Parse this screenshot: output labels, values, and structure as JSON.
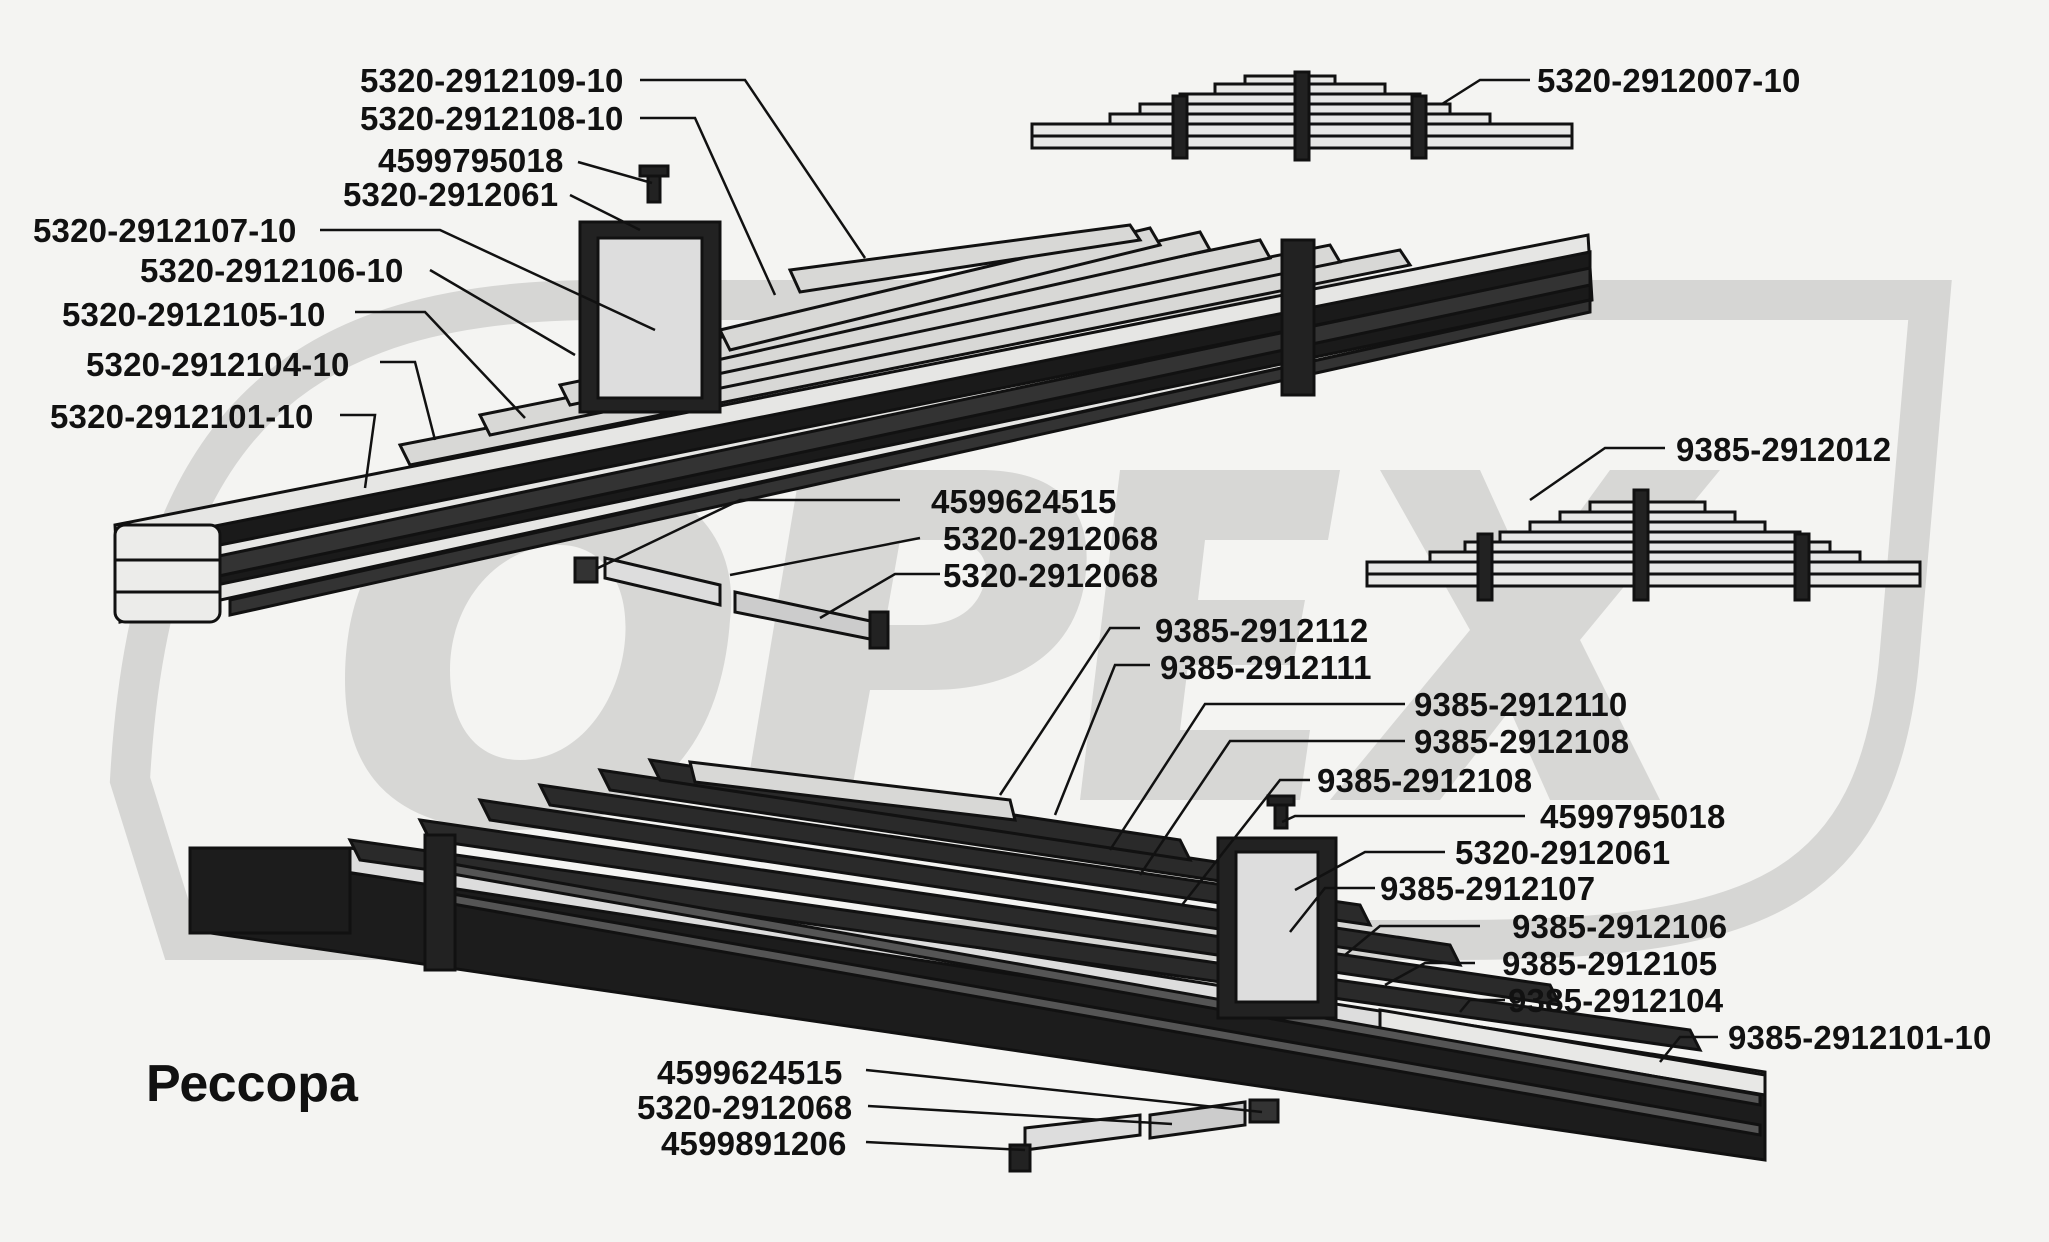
{
  "title": "Рессора",
  "watermark": {
    "text": "ОРЕХ",
    "color": "#d4d4d2"
  },
  "colors": {
    "background": "#f4f4f2",
    "ink": "#111111",
    "leaf_fill": "#e4e4e2"
  },
  "parts_upper": [
    "5320-2912109-10",
    "5320-2912108-10",
    "4599795018",
    "5320-2912061",
    "5320-2912107-10",
    "5320-2912106-10",
    "5320-2912105-10",
    "5320-2912104-10",
    "5320-2912101-10",
    "5320-2912007-10",
    "9385-2912012",
    "4599624515",
    "5320-2912068",
    "5320-2912068"
  ],
  "parts_lower": [
    "9385-2912112",
    "9385-2912111",
    "9385-2912110",
    "9385-2912108",
    "9385-2912108",
    "4599795018",
    "5320-2912061",
    "9385-2912107",
    "9385-2912106",
    "9385-2912105",
    "9385-2912104",
    "9385-2912101-10",
    "4599624515",
    "5320-2912068",
    "4599891206"
  ]
}
